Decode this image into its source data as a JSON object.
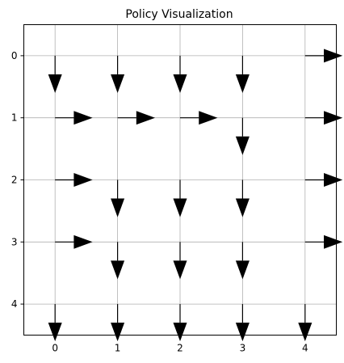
{
  "chart_data": {
    "type": "quiver",
    "title": "Policy Visualization",
    "xlabel": "",
    "ylabel": "",
    "x_ticks": [
      0,
      1,
      2,
      3,
      4
    ],
    "y_ticks": [
      0,
      1,
      2,
      3,
      4
    ],
    "x_tick_labels": [
      "0",
      "1",
      "2",
      "3",
      "4"
    ],
    "y_tick_labels": [
      "0",
      "1",
      "2",
      "3",
      "4"
    ],
    "xlim": [
      -0.5,
      4.5
    ],
    "ylim": [
      4.5,
      -0.5
    ],
    "y_inverted": true,
    "grid": true,
    "arrow_color": "#000000",
    "grid_color": "#b0b0b0",
    "policy": [
      [
        "down",
        "down",
        "down",
        "down",
        "right"
      ],
      [
        "right",
        "right",
        "right",
        "down",
        "right"
      ],
      [
        "right",
        "down",
        "down",
        "down",
        "right"
      ],
      [
        "right",
        "down",
        "down",
        "down",
        "right"
      ],
      [
        "down",
        "down",
        "down",
        "down",
        "down"
      ]
    ]
  }
}
